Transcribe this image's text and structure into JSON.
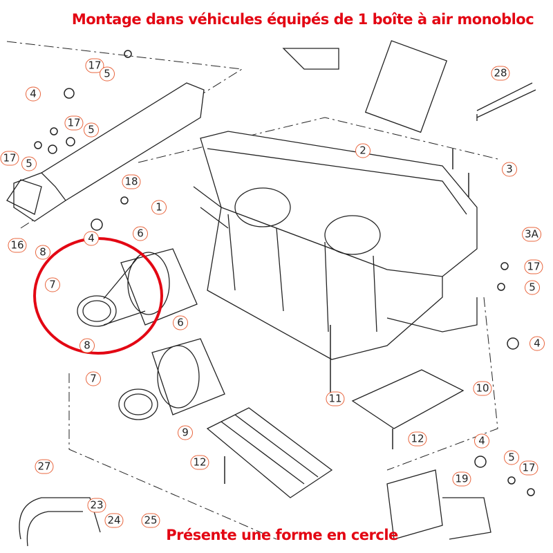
{
  "title": "Montage dans véhicules équipés de 1 boîte à air monobloc",
  "caption": "Présente une forme en cercle",
  "colors": {
    "title": "#e30613",
    "label_border": "#e8643c",
    "highlight_circle": "#e30613",
    "line": "#222222"
  },
  "part_labels": [
    "17",
    "5",
    "4",
    "17",
    "5",
    "17",
    "5",
    "18",
    "1",
    "16",
    "4",
    "8",
    "6",
    "7",
    "8",
    "6",
    "7",
    "9",
    "12",
    "27",
    "23",
    "24",
    "25",
    "11",
    "10",
    "12",
    "4",
    "5",
    "17",
    "19",
    "4",
    "5",
    "17",
    "3A",
    "3",
    "2",
    "28"
  ]
}
